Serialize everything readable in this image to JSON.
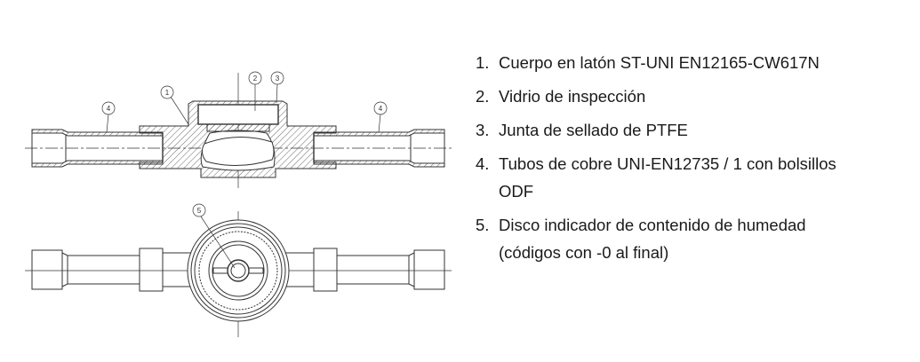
{
  "callouts": [
    "1",
    "2",
    "3",
    "4",
    "4",
    "5"
  ],
  "legend": [
    {
      "num": "1.",
      "text": "Cuerpo en latón ST-UNI EN12165-CW617N"
    },
    {
      "num": "2.",
      "text": "Vidrio de inspección"
    },
    {
      "num": "3.",
      "text": "Junta de sellado de PTFE"
    },
    {
      "num": "4.",
      "text": "Tubos de cobre UNI-EN12735 / 1 con bolsillos ODF"
    },
    {
      "num": "5.",
      "text": "Disco indicador de contenido de humedad (códigos con -0 al final)"
    }
  ]
}
